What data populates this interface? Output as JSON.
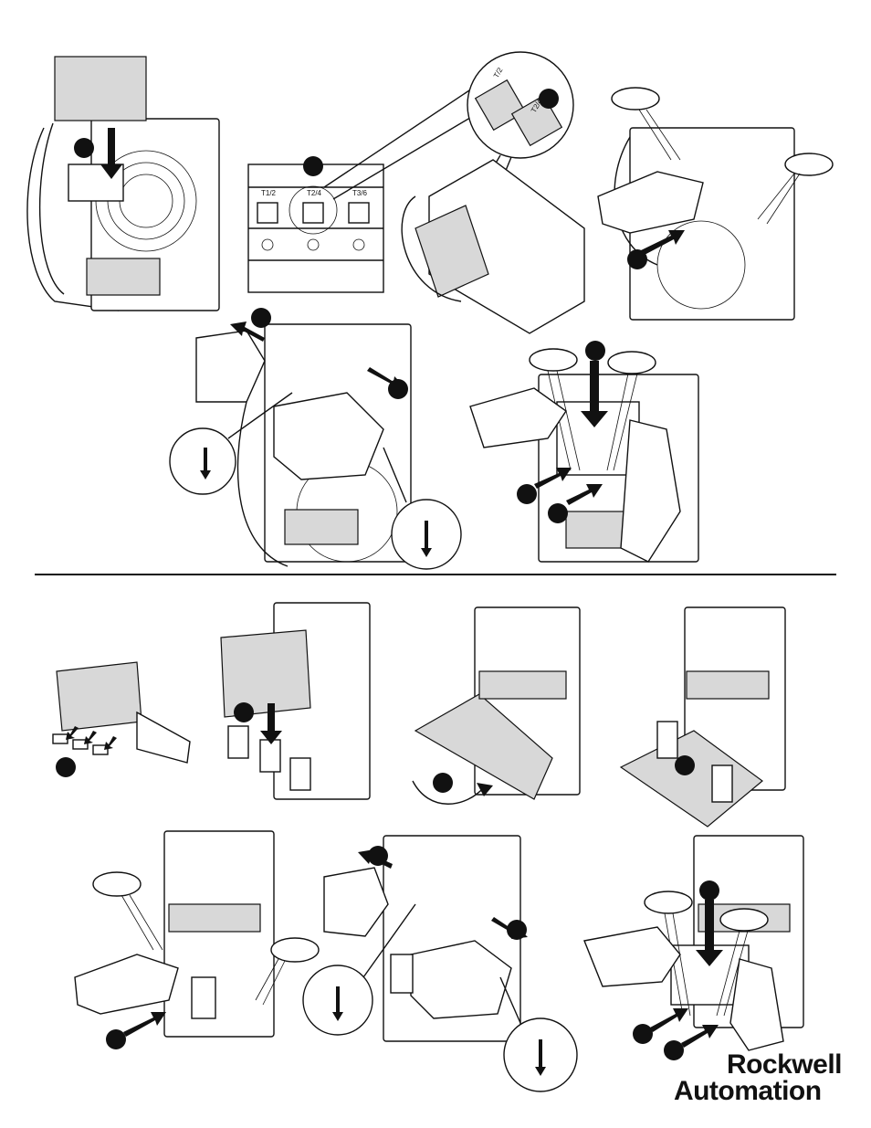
{
  "brand": {
    "line1": "Rockwell",
    "line2": "Automation"
  },
  "terminal_labels": [
    "T1/2",
    "T2/4",
    "T3/6"
  ],
  "zoom_labels": [
    "T/2",
    "T2/4"
  ],
  "colors": {
    "ink": "#111111",
    "panel_gray": "#d8d8d8",
    "background": "#ffffff"
  },
  "icons": [
    "step-marker-icon",
    "arrow-icon",
    "hand-icon",
    "magnifier-callout-icon"
  ]
}
